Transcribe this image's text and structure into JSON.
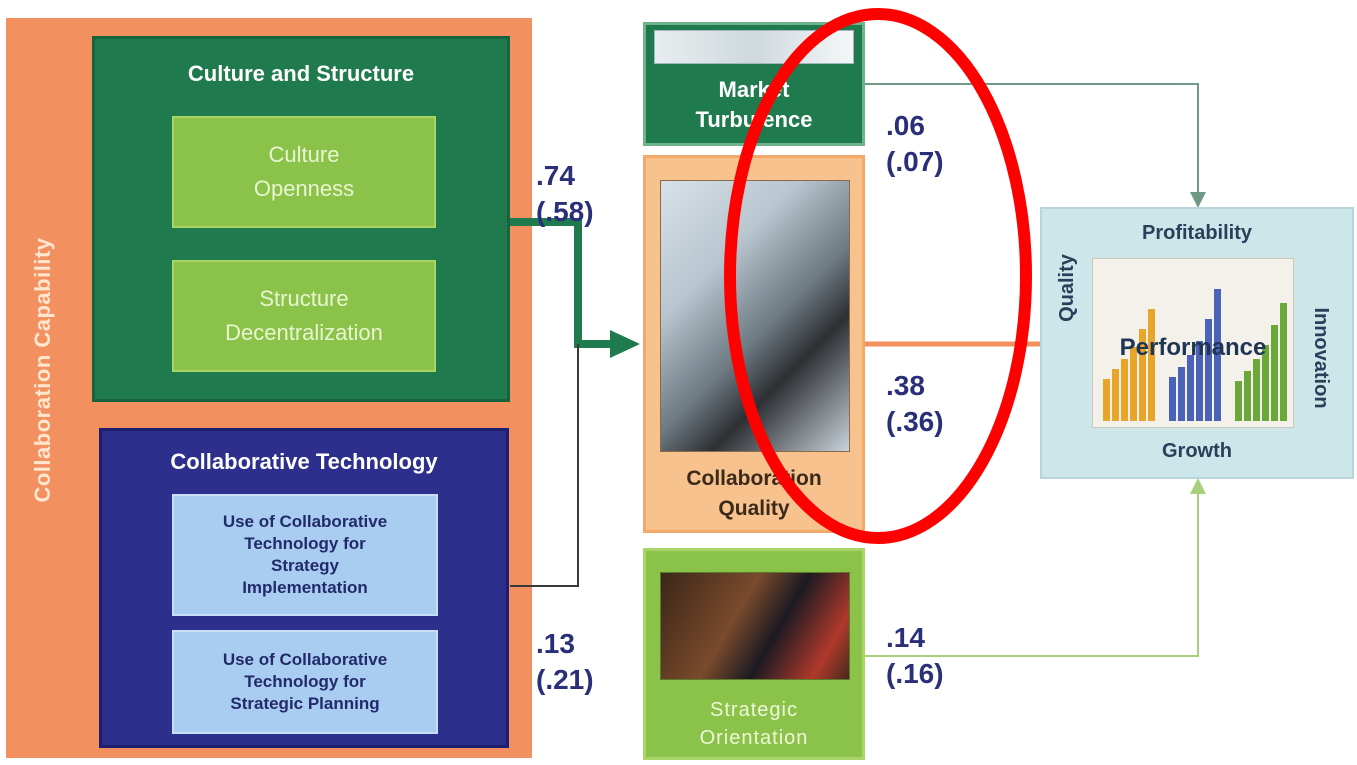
{
  "capability": {
    "label": "Collaboration Capability"
  },
  "culture_structure": {
    "title": "Culture and Structure",
    "items": [
      {
        "line1": "Culture",
        "line2": "Openness"
      },
      {
        "line1": "Structure",
        "line2": "Decentralization"
      }
    ]
  },
  "collaborative_technology": {
    "title": "Collaborative Technology",
    "items": [
      {
        "line1": "Use of Collaborative",
        "line2": "Technology for",
        "line3": "Strategy",
        "line4": "Implementation"
      },
      {
        "line1": "Use of Collaborative",
        "line2": "Technology for",
        "line3": "Strategic Planning"
      }
    ]
  },
  "coefficients": {
    "culture": {
      "value": ".74",
      "paren": "(.58)"
    },
    "technology": {
      "value": ".13",
      "paren": "(.21)"
    },
    "market": {
      "value": ".06",
      "paren": "(.07)"
    },
    "quality": {
      "value": ".38",
      "paren": "(.36)"
    },
    "strategic": {
      "value": ".14",
      "paren": "(.16)"
    }
  },
  "market_turbulence": {
    "line1": "Market",
    "line2": "Turbulence"
  },
  "collaboration_quality": {
    "line1": "Collaboration",
    "line2": "Quality"
  },
  "strategic_orientation": {
    "line1": "Strategic",
    "line2": "Orientation"
  },
  "performance": {
    "top": "Profitability",
    "bottom": "Growth",
    "left": "Quality",
    "right": "Innovation",
    "center": "Performance"
  },
  "colors": {
    "dark_green": "#1f7a4d",
    "light_green": "#8bc34a",
    "navy": "#2c2f8c",
    "orange": "#f2915f",
    "peach": "#f7c28e",
    "pale_blue": "#cde6ea",
    "annotation_red": "#ff0000"
  }
}
